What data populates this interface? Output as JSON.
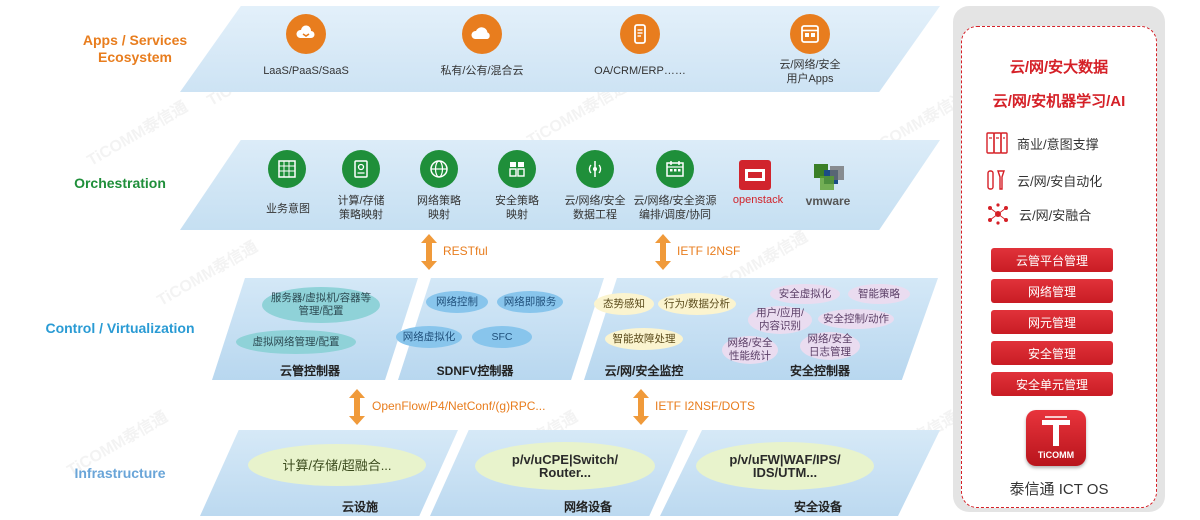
{
  "watermark": "TiCOMM泰信通",
  "layers": {
    "apps": "Apps / Services\nEcosystem",
    "orch": "Orchestration",
    "control": "Control / Virtualization",
    "infra": "Infrastructure"
  },
  "apps": {
    "items": [
      "LaaS/PaaS/SaaS",
      "私有/公有/混合云",
      "OA/CRM/ERP……",
      "云/网络/安全\n用户Apps"
    ]
  },
  "orch": {
    "items": [
      "业务意图",
      "计算/存储\n策略映射",
      "网络策略\n映射",
      "安全策略\n映射",
      "云/网络/安全\n数据工程",
      "云/网络/安全资源\n编排/调度/协同"
    ],
    "logos": {
      "openstack": "openstack",
      "vmware": "vmware"
    }
  },
  "interfaces": {
    "restful": "RESTful",
    "ietf_i2nsf": "IETF I2NSF",
    "openflow": "OpenFlow/P4/NetConf/(g)RPC...",
    "ietf_dots": "IETF I2NSF/DOTS"
  },
  "control": {
    "cloud": {
      "label": "云管控制器",
      "items": [
        "服务器/虚拟机/容器等\n管理/配置",
        "虚拟网络管理/配置"
      ]
    },
    "sdnfv": {
      "label": "SDNFV控制器",
      "items": [
        "网络控制",
        "网络即服务",
        "网络虚拟化",
        "SFC"
      ]
    },
    "monitor": {
      "label": "云/网/安全监控",
      "items": [
        "态势感知",
        "行为/数据分析",
        "智能故障处理"
      ]
    },
    "security": {
      "label": "安全控制器",
      "items": [
        "安全虚拟化",
        "智能策略",
        "用户/应用/\n内容识别",
        "安全控制/动作",
        "网络/安全\n性能统计",
        "网络/安全\n日志管理"
      ]
    }
  },
  "infra": {
    "cloud": {
      "label": "云设施",
      "item": "计算/存储/超融合..."
    },
    "network": {
      "label": "网络设备",
      "item": "p/v/uCPE|Switch/\nRouter..."
    },
    "security": {
      "label": "安全设备",
      "item": "p/v/uFW|WAF/IPS/\nIDS/UTM..."
    }
  },
  "panel": {
    "heading1": "云/网/安大数据",
    "heading2": "云/网/安机器学习/AI",
    "features": [
      "商业/意图支撑",
      "云/网/安自动化",
      "云/网/安融合"
    ],
    "buttons": [
      "云管平台管理",
      "网络管理",
      "网元管理",
      "安全管理",
      "安全单元管理"
    ],
    "logo_text": "TiCOMM",
    "product": "泰信通 ICT OS"
  },
  "colors": {
    "orange": "#e87d1e",
    "green": "#1f8f3a",
    "blue": "#2a9bd4",
    "lightblue": "#6aa5d8",
    "red": "#d52027"
  }
}
